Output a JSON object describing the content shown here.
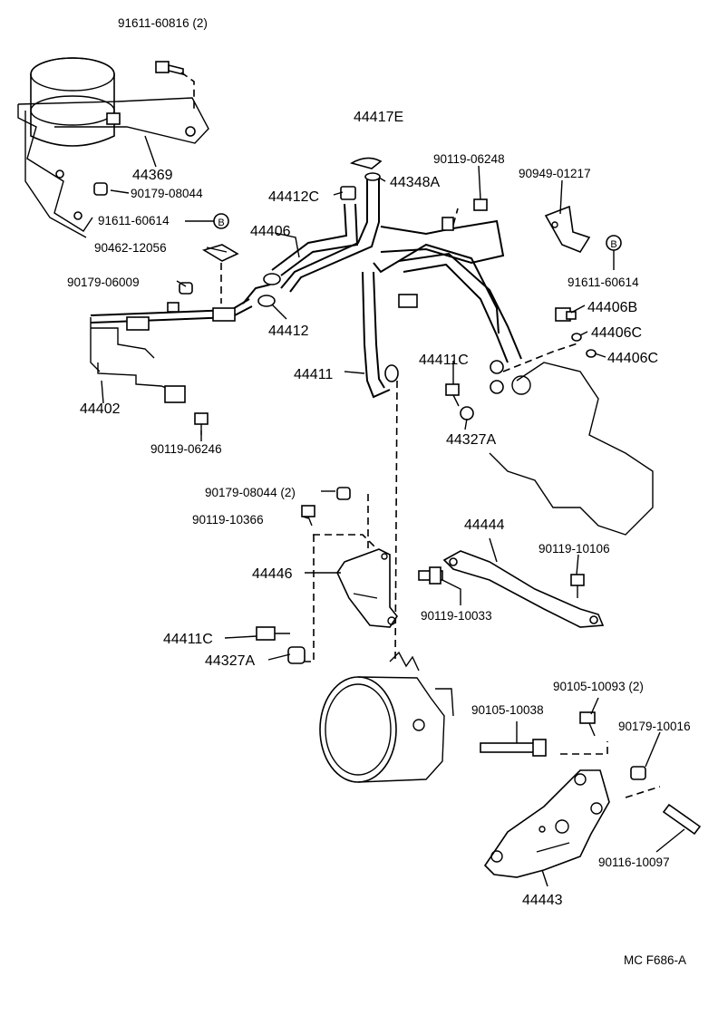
{
  "diagram_code": "MC F686-A",
  "parts": {
    "p91611_60816": "91611-60816 (2)",
    "p44369": "44369",
    "p90179_08044_a": "90179-08044",
    "p91611_60614_a": "91611-60614",
    "badge_b": "B",
    "p90462_12056": "90462-12056",
    "p90179_06009": "90179-06009",
    "p44402": "44402",
    "p90119_06246": "90119-06246",
    "p44417E": "44417E",
    "p44412C": "44412C",
    "p44348A": "44348A",
    "p44406": "44406",
    "p44412": "44412",
    "p90119_06248": "90119-06248",
    "p90949_01217": "90949-01217",
    "p91611_60614_b": "91611-60614",
    "p44406B": "44406B",
    "p44406C_a": "44406C",
    "p44406C_b": "44406C",
    "p44411": "44411",
    "p44411C_a": "44411C",
    "p44327A_a": "44327A",
    "p90179_08044_b": "90179-08044 (2)",
    "p90119_10366": "90119-10366",
    "p44444": "44444",
    "p90119_10106": "90119-10106",
    "p44446": "44446",
    "p90119_10033": "90119-10033",
    "p44411C_b": "44411C",
    "p44327A_b": "44327A",
    "p90105_10093": "90105-10093 (2)",
    "p90105_10038": "90105-10038",
    "p90179_10016": "90179-10016",
    "p90116_10097": "90116-10097",
    "p44443": "44443"
  }
}
